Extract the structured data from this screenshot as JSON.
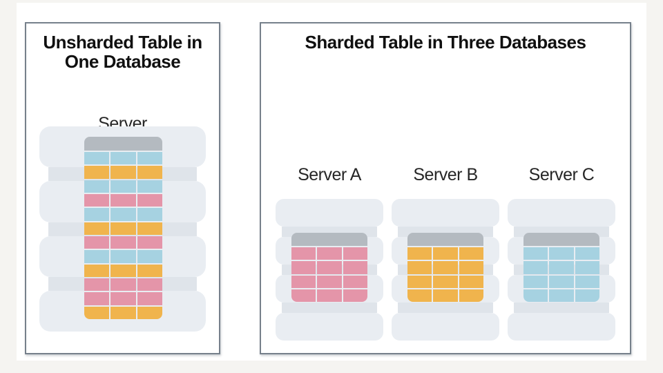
{
  "colors": {
    "page_background": "#f5f4f1",
    "slide_background": "#ffffff",
    "panel_border": "#76808b",
    "stack_disc": "#e9edf2",
    "stack_neck": "#dfe4ea",
    "table_header": "#b4bac0",
    "pink": "#e495a9",
    "orange": "#f0b44d",
    "blue": "#a6d2e1"
  },
  "left_panel": {
    "title_lines": [
      "Unsharded Table in",
      "One Database"
    ],
    "server_label": "Server",
    "stack_units": 4,
    "table": {
      "columns": 3,
      "header_color": "table_header",
      "rows": [
        "blue",
        "orange",
        "blue",
        "pink",
        "blue",
        "orange",
        "pink",
        "blue",
        "orange",
        "pink",
        "pink",
        "orange"
      ]
    }
  },
  "right_panel": {
    "title": "Sharded Table in Three Databases",
    "shards": [
      {
        "label": "Server A",
        "stack_units": 4,
        "table": {
          "columns": 3,
          "header_color": "table_header",
          "rows_count": 4,
          "row_color": "pink"
        }
      },
      {
        "label": "Server B",
        "stack_units": 4,
        "table": {
          "columns": 3,
          "header_color": "table_header",
          "rows_count": 4,
          "row_color": "orange"
        }
      },
      {
        "label": "Server C",
        "stack_units": 4,
        "table": {
          "columns": 3,
          "header_color": "table_header",
          "rows_count": 4,
          "row_color": "blue"
        }
      }
    ]
  }
}
